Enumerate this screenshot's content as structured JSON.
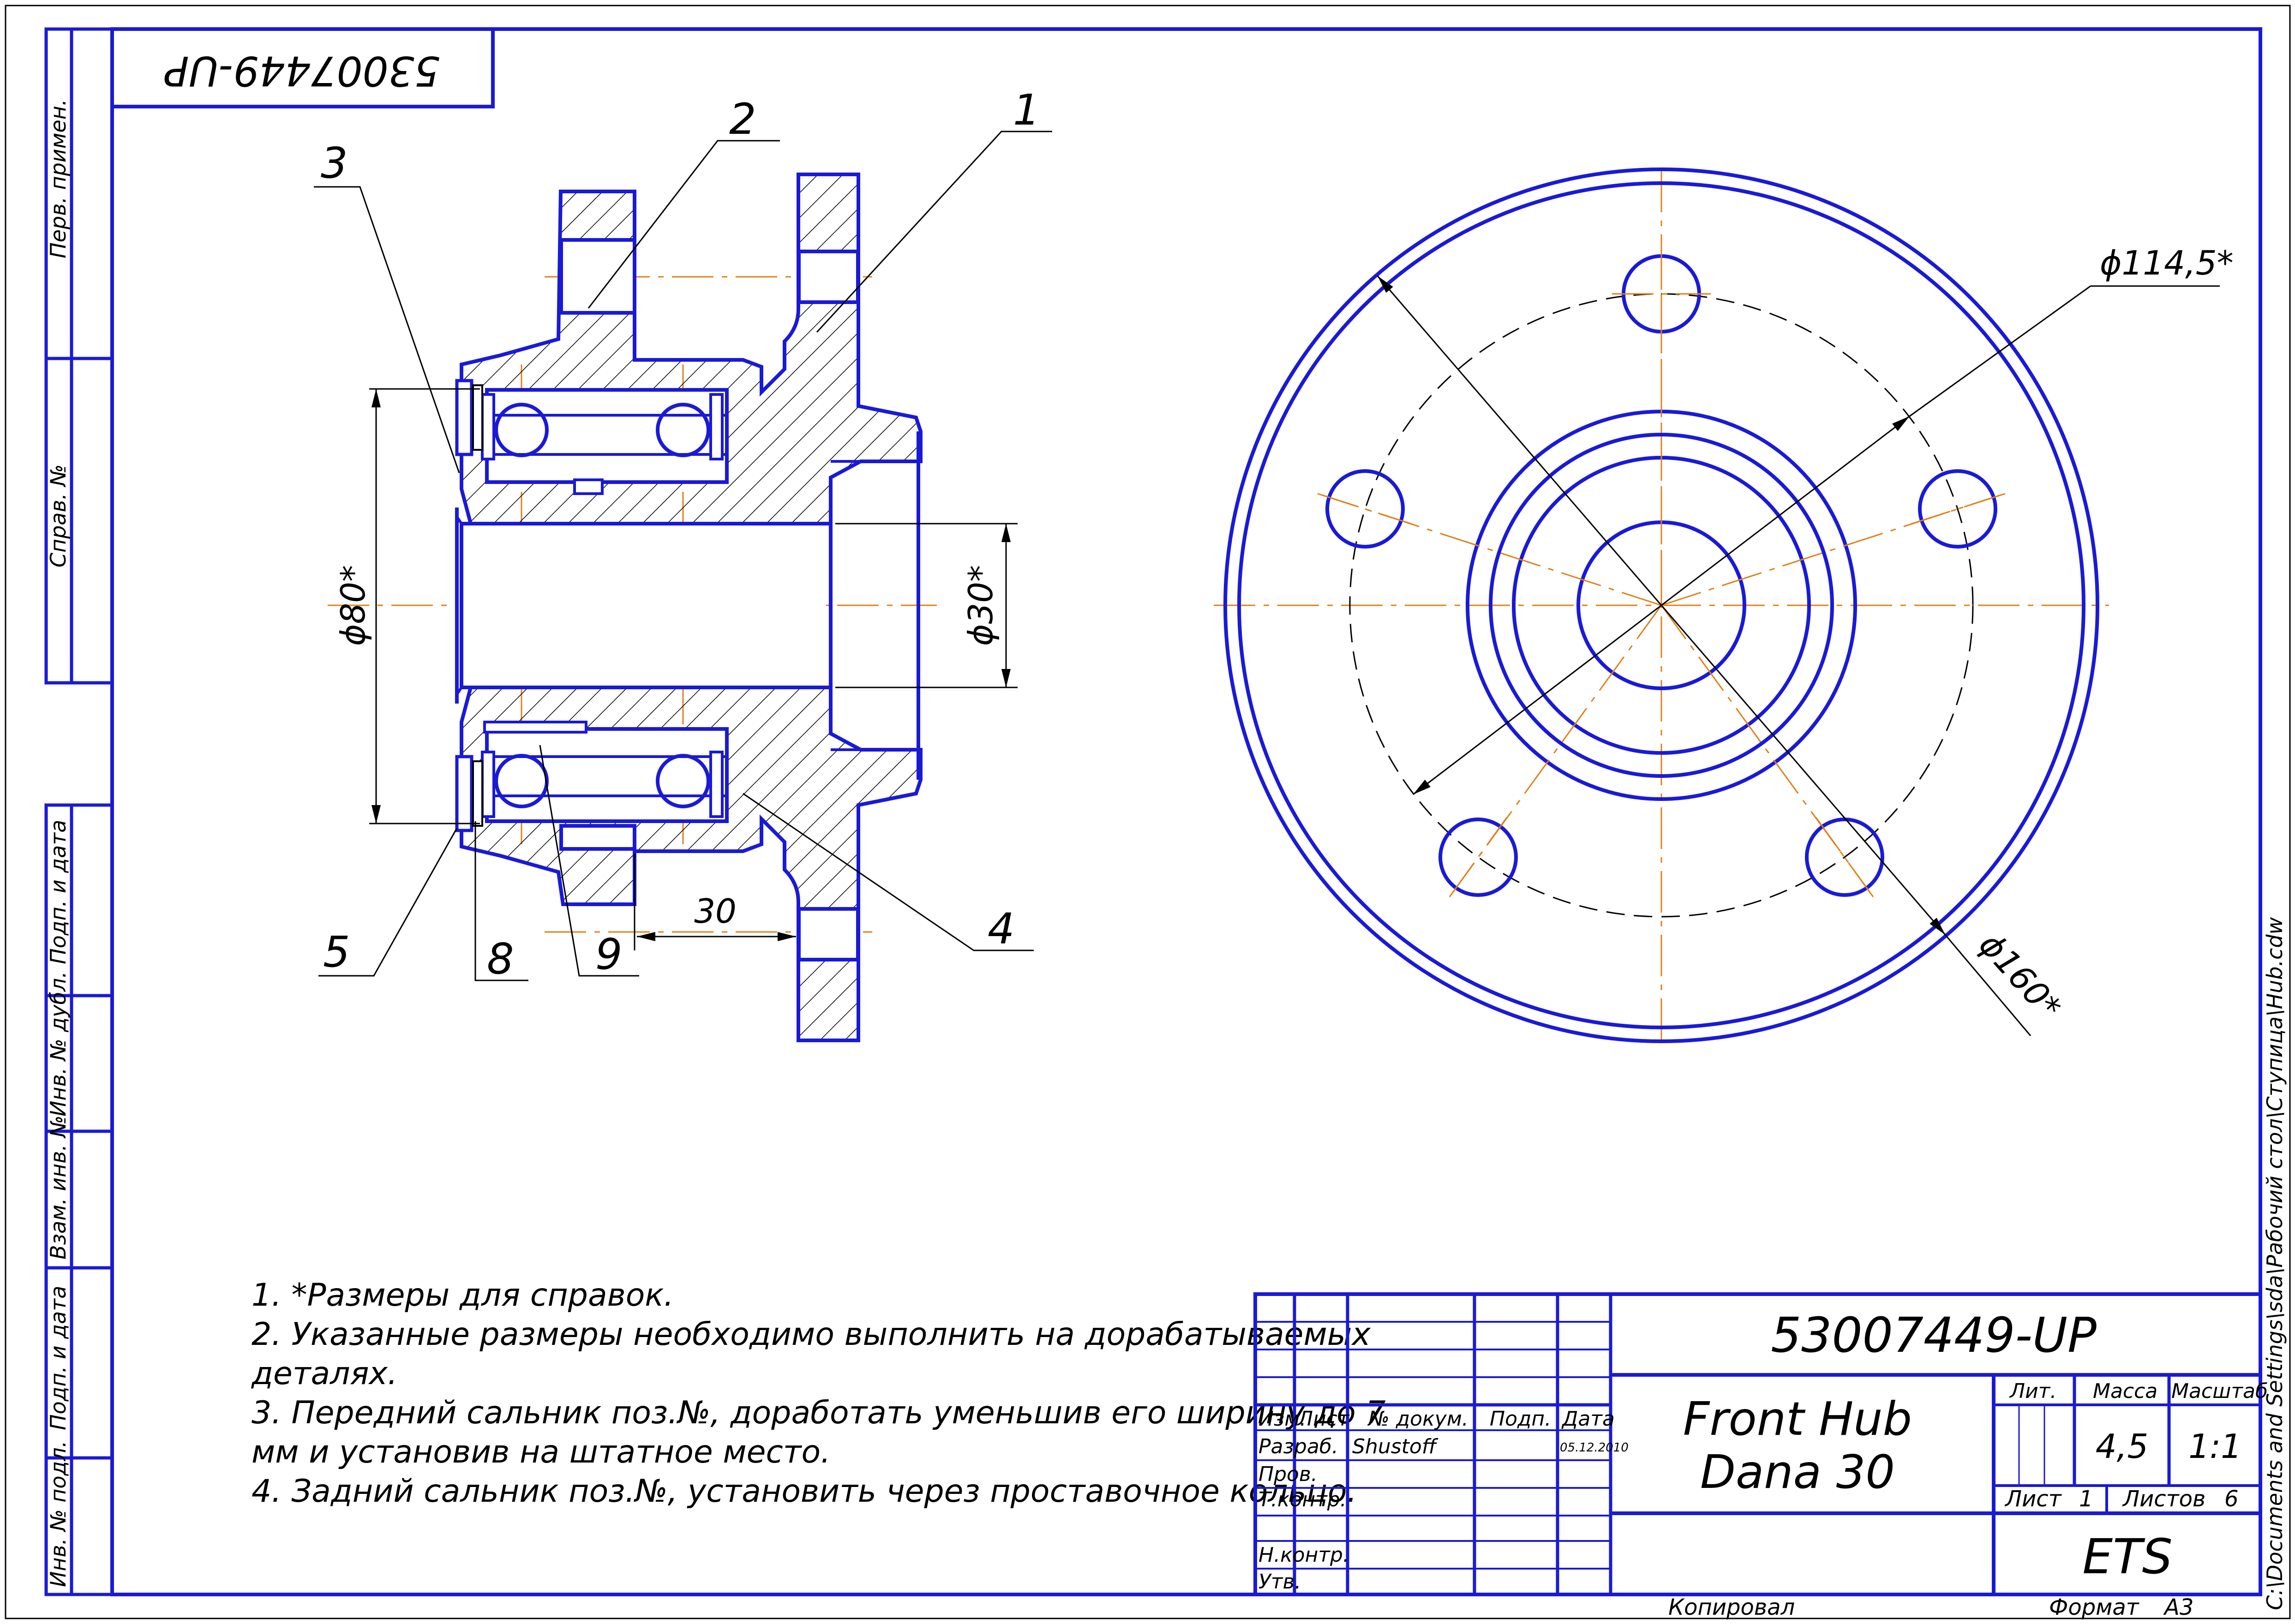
{
  "frame": {
    "doc_number_stamp": "53007449-UP",
    "side_labels": [
      "Перв. примен.",
      "Справ. №",
      "Подп. и дата",
      "Инв. № дубл.",
      "Взам. инв. №",
      "Подп. и дата",
      "Инв. № подл."
    ],
    "file_path": "C:\\Documents and Settings\\sda\\Рабочий стол\\Ступица\\Hub.cdw"
  },
  "section_view": {
    "callouts": [
      "1",
      "2",
      "3",
      "4",
      "5",
      "8",
      "9"
    ],
    "dimensions": {
      "outer_diameter": "ϕ80*",
      "bore_diameter": "ϕ30*",
      "offset": "30"
    }
  },
  "front_view": {
    "dimensions": {
      "bolt_circle": "ϕ114,5*",
      "flange_diameter": "ϕ160*"
    }
  },
  "notes": [
    "1.  *Размеры для справок.",
    "2. Указанные размеры необходимо выполнить на дорабатываемых",
    "деталях.",
    "3.  Передний сальник поз.№, доработать уменьшив его ширину до 7",
    "мм и установив на штатное место.",
    "4.  Задний сальник поз.№, установить через проставочное кольцо."
  ],
  "title_block": {
    "doc_number": "53007449-UP",
    "title_line1": "Front Hub",
    "title_line2": "Dana 30",
    "col_headers": {
      "izm": "Изм.",
      "list": "Лист",
      "doc": "№ докум.",
      "sign": "Подп.",
      "date": "Дата"
    },
    "rows": {
      "razrab": "Разраб.",
      "prov": "Пров.",
      "tkontr": "Т.контр.",
      "nkontr": "Н.контр.",
      "utv": "Утв."
    },
    "developer": "Shustoff",
    "dev_date": "05.12.2010",
    "lit_label": "Лит.",
    "mass_label": "Масса",
    "scale_label": "Масштаб",
    "mass": "4,5",
    "scale": "1:1",
    "sheet_label": "Лист",
    "sheet": "1",
    "sheets_label": "Листов",
    "sheets": "6",
    "org": "ETS"
  },
  "footer": {
    "copied": "Копировал",
    "format_label": "Формат",
    "format": "A3"
  },
  "colors": {
    "outline": "#1a1ad6",
    "centerline": "#e0801a",
    "text": "#000000"
  }
}
